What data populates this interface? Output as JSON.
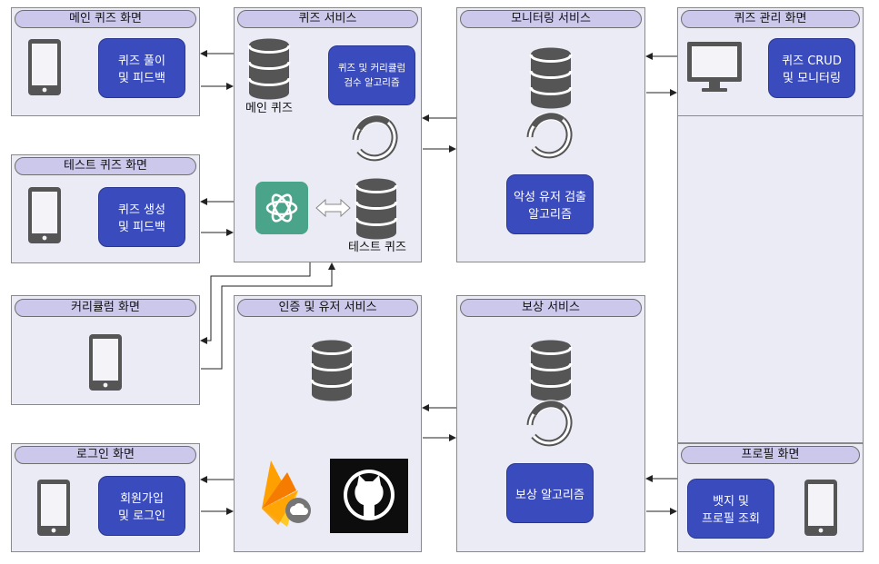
{
  "screens": {
    "main_quiz": {
      "title": "메인 퀴즈 화면",
      "action": "퀴즈 풀이\n및 피드백"
    },
    "test_quiz": {
      "title": "테스트 퀴즈 화면",
      "action": "퀴즈 생성\n및 피드백"
    },
    "curriculum": {
      "title": "커리큘럼 화면"
    },
    "login": {
      "title": "로그인 화면",
      "action": "회원가입\n및 로그인"
    },
    "quiz_admin": {
      "title": "퀴즈 관리 화면",
      "action": "퀴즈 CRUD\n및 모니터링"
    },
    "profile": {
      "title": "프로필 화면",
      "action": "뱃지 및\n프로필 조회"
    }
  },
  "services": {
    "quiz": {
      "title": "퀴즈 서비스",
      "algorithm": "퀴즈 및 커리큘럼\n검수 알고리즘",
      "db_main": "메인 퀴즈",
      "db_test": "테스트 퀴즈"
    },
    "monitoring": {
      "title": "모니터링 서비스",
      "algorithm": "악성 유저 검출\n알고리즘"
    },
    "auth": {
      "title": "인증 및 유저 서비스"
    },
    "reward": {
      "title": "보상 서비스",
      "algorithm": "보상 알고리즘"
    }
  },
  "colors": {
    "panel": "#ebebf6",
    "pill": "#cbc8ec",
    "button": "#3a4bbd",
    "icon": "#555555"
  },
  "icons": [
    "tablet-icon",
    "monitor-icon",
    "database-icon",
    "cycle-icon",
    "openai-logo",
    "firebase-logo",
    "github-logo",
    "bidirectional-arrow-icon"
  ]
}
